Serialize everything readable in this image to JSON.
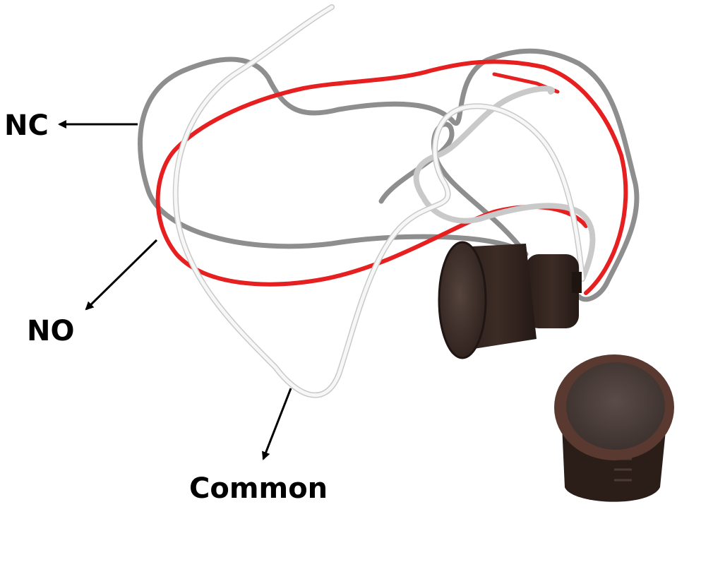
{
  "labels": {
    "nc": "NC",
    "no": "NO",
    "common": "Common"
  },
  "colors": {
    "background": "#ffffff",
    "wire_gray": "#8e8e8e",
    "wire_red": "#e62020",
    "wire_white": "#f4f4f4",
    "wire_white_edge": "#c9c9c9",
    "sensor_body": "#3a2a24",
    "sensor_face": "#4a3832",
    "magnet_rim": "#5a3a30",
    "magnet_face": "#4a3f3c",
    "arrow": "#000000"
  },
  "icons": [
    "reed-switch-sensor",
    "magnet-unit",
    "wire-leads"
  ]
}
